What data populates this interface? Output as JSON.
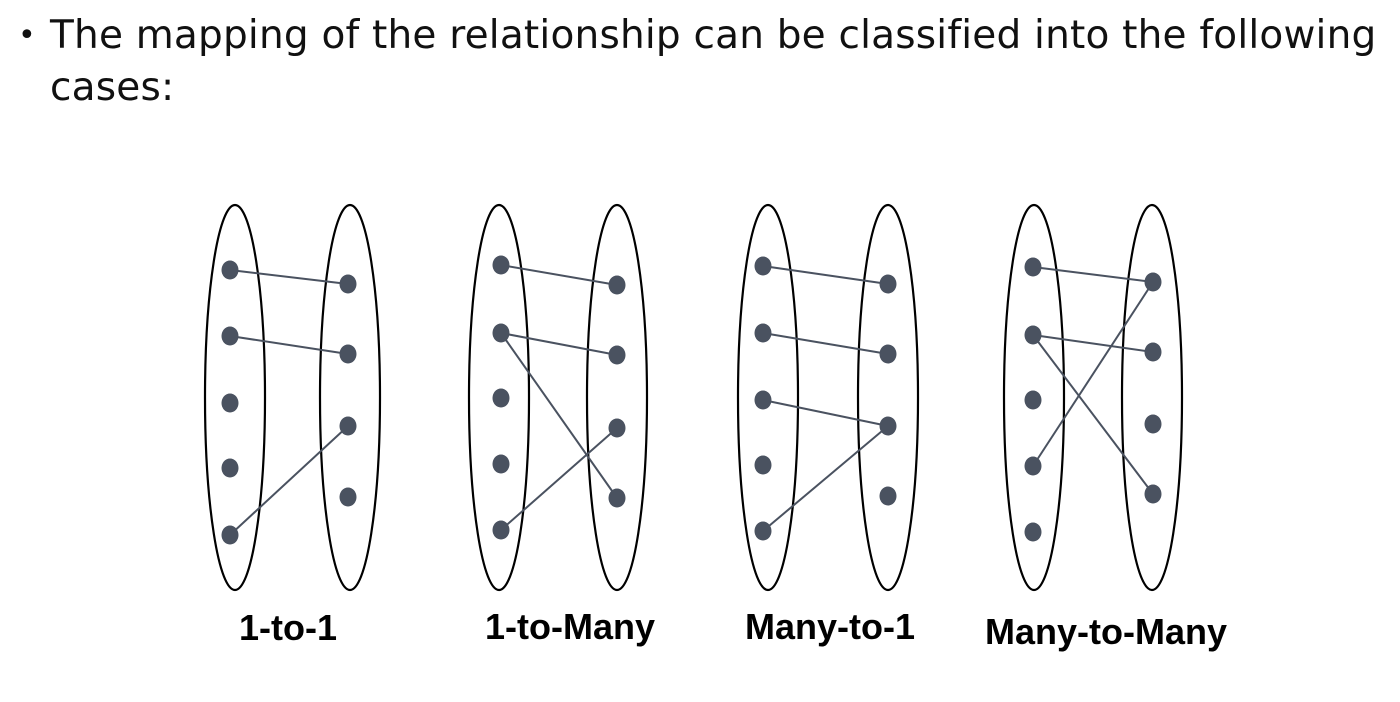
{
  "slide": {
    "bullet": "The mapping of the relationship can be classified into the following cases:"
  },
  "colors": {
    "node": "#4a5260",
    "edge": "#4a5260",
    "outline": "#000000",
    "text": "#111111"
  },
  "diagrams": [
    {
      "id": "one-to-one",
      "label": "1-to-1",
      "left_count": 5,
      "right_count": 4,
      "edges": [
        [
          0,
          0
        ],
        [
          1,
          1
        ],
        [
          4,
          2
        ]
      ]
    },
    {
      "id": "one-to-many",
      "label": "1-to-Many",
      "left_count": 5,
      "right_count": 4,
      "edges": [
        [
          0,
          0
        ],
        [
          1,
          1
        ],
        [
          1,
          3
        ],
        [
          4,
          2
        ]
      ]
    },
    {
      "id": "many-to-one",
      "label": "Many-to-1",
      "left_count": 5,
      "right_count": 4,
      "edges": [
        [
          0,
          0
        ],
        [
          1,
          1
        ],
        [
          2,
          2
        ],
        [
          4,
          2
        ]
      ]
    },
    {
      "id": "many-to-many",
      "label": "Many-to-Many",
      "left_count": 5,
      "right_count": 4,
      "edges": [
        [
          0,
          0
        ],
        [
          1,
          1
        ],
        [
          1,
          3
        ],
        [
          3,
          0
        ]
      ]
    }
  ]
}
